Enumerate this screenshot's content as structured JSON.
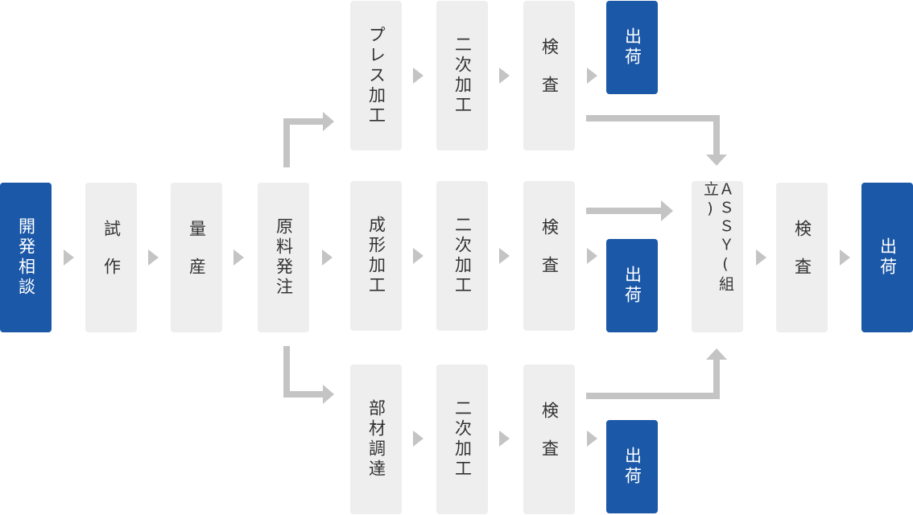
{
  "flow": {
    "consult": "開発相談",
    "prototype": "試作",
    "mass": "量産",
    "material_order": "原料発注",
    "press": "プレス加工",
    "molding": "成形加工",
    "parts": "部材調達",
    "secondary": "二次加工",
    "inspect": "検査",
    "ship": "出荷",
    "assy": "ＡＳＳＹ(組立)"
  },
  "colors": {
    "primary": "#1b58a7",
    "step": "#eeeeee",
    "arrow": "#c4c4c4",
    "text": "#333333"
  }
}
